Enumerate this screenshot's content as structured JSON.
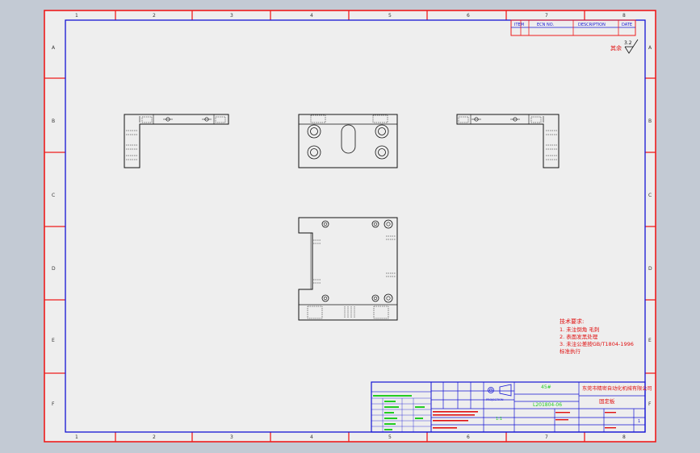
{
  "frame": {
    "col_labels": [
      "1",
      "2",
      "3",
      "4",
      "5",
      "6",
      "7",
      "8"
    ],
    "row_labels": [
      "A",
      "B",
      "C",
      "D",
      "E",
      "F"
    ]
  },
  "surface": {
    "other_label": "其余",
    "roughness_value": "3.2"
  },
  "notes": {
    "title": "技术要求:",
    "lines": [
      "1. 未注倒角 毛刺",
      "2. 表面发黑处理",
      "3. 未注公差按GB/T1804-1996",
      "   标准执行"
    ]
  },
  "title_block": {
    "company": "东莞市精密自动化机械有限公司",
    "part_name": "固定板",
    "drawing_number": "L201804-06",
    "material": "45#",
    "scale": "1:1",
    "sheet": "1",
    "projection_label": "PROJECTION",
    "header_labels": [
      "ITEM",
      "ECN NO.",
      "DESCRIPTION",
      "DATE"
    ]
  },
  "colors": {
    "outer_border": "#ee1c1c",
    "inner_border": "#1414d4",
    "geometry": "#111111",
    "notes_text": "#e01010",
    "fill_text": "#22cc22",
    "sheet_bg": "#eeeeee"
  }
}
